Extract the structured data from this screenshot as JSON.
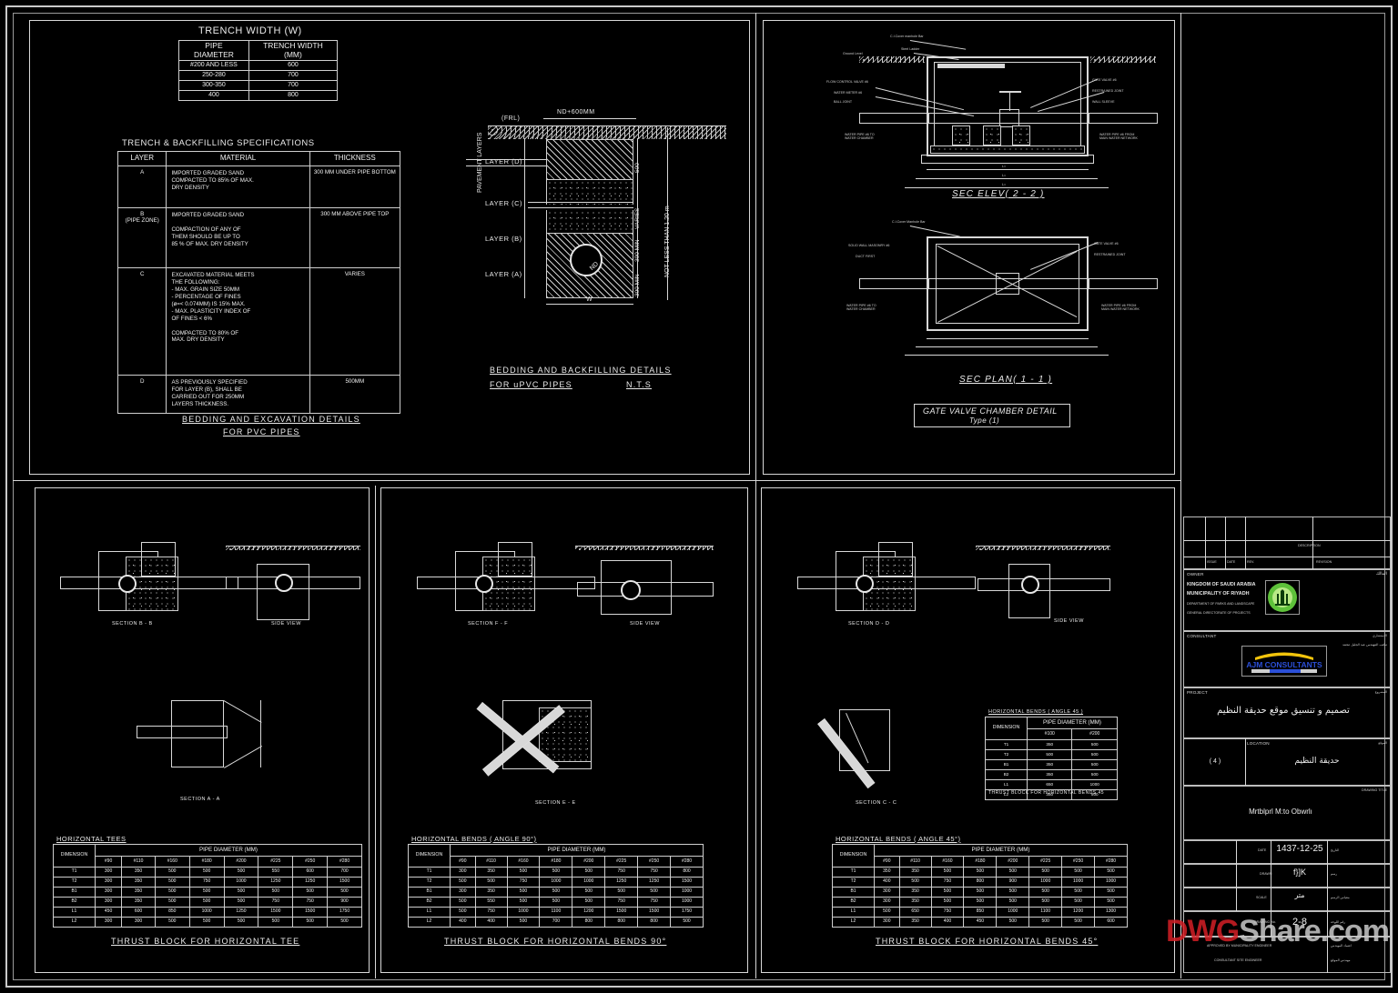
{
  "sheet": {
    "watermark_primary": "DWG",
    "watermark_secondary": "Share.com"
  },
  "trench_width": {
    "title": "TRENCH WIDTH (W)",
    "headers": [
      "PIPE DIAMETER",
      "TRENCH WIDTH (MM)"
    ],
    "header_line1": [
      "PIPE",
      "TRENCH WIDTH"
    ],
    "header_line2": [
      "DIAMETER",
      "(MM)"
    ],
    "rows": [
      [
        "#200 AND LESS",
        "600"
      ],
      [
        "250-280",
        "700"
      ],
      [
        "300-350",
        "700"
      ],
      [
        "400",
        "800"
      ]
    ]
  },
  "backfill_spec": {
    "title": "TRENCH & BACKFILLING SPECIFICATIONS",
    "headers": [
      "LAYER",
      "MATERIAL",
      "THICKNESS"
    ],
    "rows": [
      {
        "layer": "A",
        "layer_sub": "",
        "material": "IMPORTED GRADED SAND\nCOMPACTED TO 85% OF MAX.\nDRY DENSITY",
        "thickness": "300 MM UNDER PIPE BOTTOM"
      },
      {
        "layer": "B",
        "layer_sub": "(PIPE ZONE)",
        "material": "IMPORTED GRADED SAND\n\nCOMPACTION OF ANY OF\nTHEM SHOULD BE UP TO\n85 % OF MAX. DRY DENSITY",
        "thickness": "300 MM ABOVE PIPE TOP"
      },
      {
        "layer": "C",
        "layer_sub": "",
        "material": "EXCAVATED MATERIAL MEETS\nTHE FOLLOWING:\n- MAX. GRAIN SIZE 50MM\n- PERCENTAGE OF FINES\n  (ø=< 0.074MM) IS 15% MAX.\n- MAX. PLASTICITY INDEX OF\n  OF FINES < 6%\n\nCOMPACTED TO 80% OF\nMAX. DRY DENSITY",
        "thickness": "VARIES"
      },
      {
        "layer": "D",
        "layer_sub": "",
        "material": "AS PREVIOUSLY SPECIFIED\nFOR LAYER (B), SHALL BE\nCARRIED OUT FOR 250MM\nLAYERS THICKNESS.",
        "thickness": "500MM"
      }
    ],
    "caption_line1": "BEDDING AND EXCAVATION DETAILS",
    "caption_line2": "FOR PVC PIPES"
  },
  "bedding_detail": {
    "caption_line1": "BEDDING AND BACKFILLING DETAILS",
    "caption_line2": "FOR uPVC PIPES",
    "caption_nts": "N.T.S",
    "top_dim": "ND+600MM",
    "bottom_dim": "W",
    "frl": "(FRL)",
    "pavement_label": "PAVEMENT LAYERS",
    "layer_labels": [
      "LAYER (D)",
      "LAYER (C)",
      "LAYER (B)",
      "LAYER (A)"
    ],
    "right_dims": [
      "500",
      "VARIES",
      "300\nMIN",
      "300\nMIN"
    ],
    "depth_note": "NOT LESS THAN 1.20 m",
    "pipe_label": "ND"
  },
  "valve_chamber": {
    "sec_elev_title": "SEC ELEV( 2 - 2 )",
    "sec_plan_title": "SEC PLAN( 1 - 1 )",
    "box_title_line1": "GATE VALVE CHAMBER DETAIL",
    "box_title_line2": "Type (1)",
    "elev_callouts_left": [
      "C.I.Cover manhole Bar",
      "Steel Ladder",
      "Ground Level",
      "FLOW CONTROL VALVE #6",
      "WATER METER #6",
      "BALL JOINT"
    ],
    "elev_callouts_right": [
      "GATE VALVE #6",
      "RESTRAINED JOINT",
      "WALL SLEEVE"
    ],
    "elev_bottom_left": "WATER PIPE #6 TO\nWATER CHAMBER",
    "elev_bottom_right": "WATER PIPE #6 FROM\nMAIN WATER NETWORK",
    "plan_callouts_left": [
      "C.I.Cover Manhole Bar",
      "SOLID WALL MASONRY #6",
      "DUCT FIRST"
    ],
    "plan_callouts_right": [
      "GATE VALVE #6",
      "RESTRAINED JOINT"
    ],
    "dim_values": [
      "L=",
      "L=",
      "L="
    ]
  },
  "thrust_blocks": [
    {
      "id": "tee",
      "table_title": "HORIZONTAL TEES",
      "caption": "THRUST BLOCK FOR HORIZONTAL TEE",
      "section_label": "SECTION B - B",
      "side_label": "SIDE VIEW",
      "plan_label": "SECTION A - A",
      "group_header": "PIPE DIAMETER (MM)",
      "dim_header": "DIMENSION",
      "diameters": [
        "#90",
        "#110",
        "#160",
        "#180",
        "#200",
        "#225",
        "#250",
        "#280"
      ],
      "rows": [
        {
          "dim": "T1",
          "values": [
            "300",
            "350",
            "500",
            "500",
            "500",
            "550",
            "600",
            "700"
          ]
        },
        {
          "dim": "T2",
          "values": [
            "300",
            "350",
            "500",
            "750",
            "1000",
            "1250",
            "1250",
            "1500"
          ]
        },
        {
          "dim": "B1",
          "values": [
            "300",
            "350",
            "500",
            "500",
            "500",
            "500",
            "500",
            "500"
          ]
        },
        {
          "dim": "B2",
          "values": [
            "300",
            "350",
            "500",
            "500",
            "500",
            "750",
            "750",
            "900"
          ]
        },
        {
          "dim": "L1",
          "values": [
            "450",
            "600",
            "850",
            "1000",
            "1250",
            "1500",
            "1500",
            "1750"
          ]
        },
        {
          "dim": "L2",
          "values": [
            "300",
            "300",
            "500",
            "500",
            "500",
            "500",
            "500",
            "500"
          ]
        }
      ]
    },
    {
      "id": "bend90",
      "table_title": "HORIZONTAL BENDS ( ANGLE 90°)",
      "caption": "THRUST BLOCK FOR HORIZONTAL BENDS 90°",
      "section_label": "SECTION F - F",
      "side_label": "SIDE VIEW",
      "plan_label": "SECTION E - E",
      "group_header": "PIPE DIAMETER (MM)",
      "dim_header": "DIMENSION",
      "diameters": [
        "#90",
        "#110",
        "#160",
        "#180",
        "#200",
        "#225",
        "#250",
        "#280"
      ],
      "rows": [
        {
          "dim": "T1",
          "values": [
            "300",
            "350",
            "500",
            "500",
            "500",
            "750",
            "750",
            "800"
          ]
        },
        {
          "dim": "T2",
          "values": [
            "500",
            "500",
            "750",
            "1000",
            "1000",
            "1250",
            "1250",
            "1500"
          ]
        },
        {
          "dim": "B1",
          "values": [
            "300",
            "350",
            "500",
            "500",
            "500",
            "500",
            "500",
            "1000"
          ]
        },
        {
          "dim": "B2",
          "values": [
            "500",
            "550",
            "500",
            "500",
            "500",
            "750",
            "750",
            "1000"
          ]
        },
        {
          "dim": "L1",
          "values": [
            "500",
            "750",
            "1000",
            "1100",
            "1200",
            "1500",
            "1500",
            "1750"
          ]
        },
        {
          "dim": "L2",
          "values": [
            "400",
            "400",
            "500",
            "700",
            "800",
            "800",
            "800",
            "500"
          ]
        }
      ]
    },
    {
      "id": "bend45",
      "table_title": "HORIZONTAL BENDS ( ANGLE 45°)",
      "caption": "THRUST BLOCK FOR HORIZONTAL BENDS 45°",
      "section_label": "SECTION D - D",
      "side_label": "SIDE VIEW",
      "plan_label": "SECTION C - C",
      "group_header": "PIPE DIAMETER (MM)",
      "dim_header": "DIMENSION",
      "diameters": [
        "#90",
        "#110",
        "#160",
        "#180",
        "#200",
        "#225",
        "#250",
        "#280"
      ],
      "rows": [
        {
          "dim": "T1",
          "values": [
            "350",
            "350",
            "500",
            "500",
            "500",
            "500",
            "500",
            "500"
          ]
        },
        {
          "dim": "T2",
          "values": [
            "400",
            "500",
            "750",
            "800",
            "900",
            "1000",
            "1000",
            "1000"
          ]
        },
        {
          "dim": "B1",
          "values": [
            "300",
            "350",
            "500",
            "500",
            "500",
            "500",
            "500",
            "500"
          ]
        },
        {
          "dim": "B2",
          "values": [
            "300",
            "350",
            "500",
            "500",
            "500",
            "500",
            "500",
            "500"
          ]
        },
        {
          "dim": "L1",
          "values": [
            "500",
            "650",
            "750",
            "850",
            "1000",
            "1100",
            "1200",
            "1300"
          ]
        },
        {
          "dim": "L2",
          "values": [
            "300",
            "350",
            "400",
            "450",
            "500",
            "500",
            "500",
            "600"
          ]
        }
      ]
    }
  ],
  "bend45_small": {
    "table_title": "HORIZONTAL BENDS ( ANGLE 45 )",
    "caption": "THRUST BLOCK FOR HORIZONTAL BENDS 45",
    "group_header": "PIPE DIAMETER (MM)",
    "dim_header": "DIMENSION",
    "diameters": [
      "#100",
      "#200"
    ],
    "rows": [
      {
        "dim": "T1",
        "values": [
          "350",
          "500"
        ]
      },
      {
        "dim": "T2",
        "values": [
          "500",
          "500"
        ]
      },
      {
        "dim": "B1",
        "values": [
          "350",
          "500"
        ]
      },
      {
        "dim": "B2",
        "values": [
          "350",
          "500"
        ]
      },
      {
        "dim": "L1",
        "values": [
          "650",
          "1000"
        ]
      },
      {
        "dim": "L2",
        "values": [
          "350",
          "500"
        ]
      }
    ]
  },
  "titleblock": {
    "revision_headers": [
      "ISSUE",
      "DATE",
      "REV.",
      "DESCRIPTION",
      ""
    ],
    "revision_note": "REVISION",
    "owner_label": "OWNER",
    "owner_line1": "KINGDOM OF SAUDI ARABIA",
    "owner_line2": "MUNICIPALITY OF RIYADH",
    "owner_line3": "DEPARTMENT OF PARKS AND LANDSCAPE",
    "owner_line4": "GENERAL DIRECTORATE OF PROJECTS",
    "owner_label_ar": "المالك",
    "owner_ar1": "المملكة العربية السعودية",
    "owner_ar2": "أمانة مدينة الرياض",
    "consultant_label": "CONSULTANT",
    "consultant_name": "AJM CONSULTANTS",
    "consultant_label_ar": "الاستشاري",
    "consultant_ar": "مكتب المهندس عبد الجليل محمد",
    "project_label": "PROJECT",
    "project_label_ar": "المشروع",
    "project_title_ar": "تصميم و تنسيق موقع حديقة النظيم",
    "location_label": "LOCATION",
    "location_label_ar": "الموقع",
    "location_ar": "حديقة النظيم",
    "location_num": "( 4 )",
    "drawing_title_label": "DRAWING TITLE",
    "drawing_title": "Mrtblprl M:to Obwrlı",
    "date_label": "DATE",
    "date_label_ar": "التاريخ",
    "date_value": "1437-12-25",
    "drawn_label": "DRAWN",
    "drawn_label_ar": "رسم",
    "drawn_value": "f}]K",
    "scale_label": "SCALE",
    "scale_label_ar": "مقياس الرسم",
    "scale_value": "متر",
    "sheet_label": "DRAWING No.",
    "sheet_label_ar": "رقم اللوحة",
    "sheet_value": "2-8",
    "approval_line1": "APPROVED BY MUNICIPALITY ENGINEER",
    "approval_line2": "CONSULTANT SITE ENGINEER",
    "approval_ar1": "اعتماد المهندس",
    "approval_ar2": "مهندس الموقع"
  }
}
